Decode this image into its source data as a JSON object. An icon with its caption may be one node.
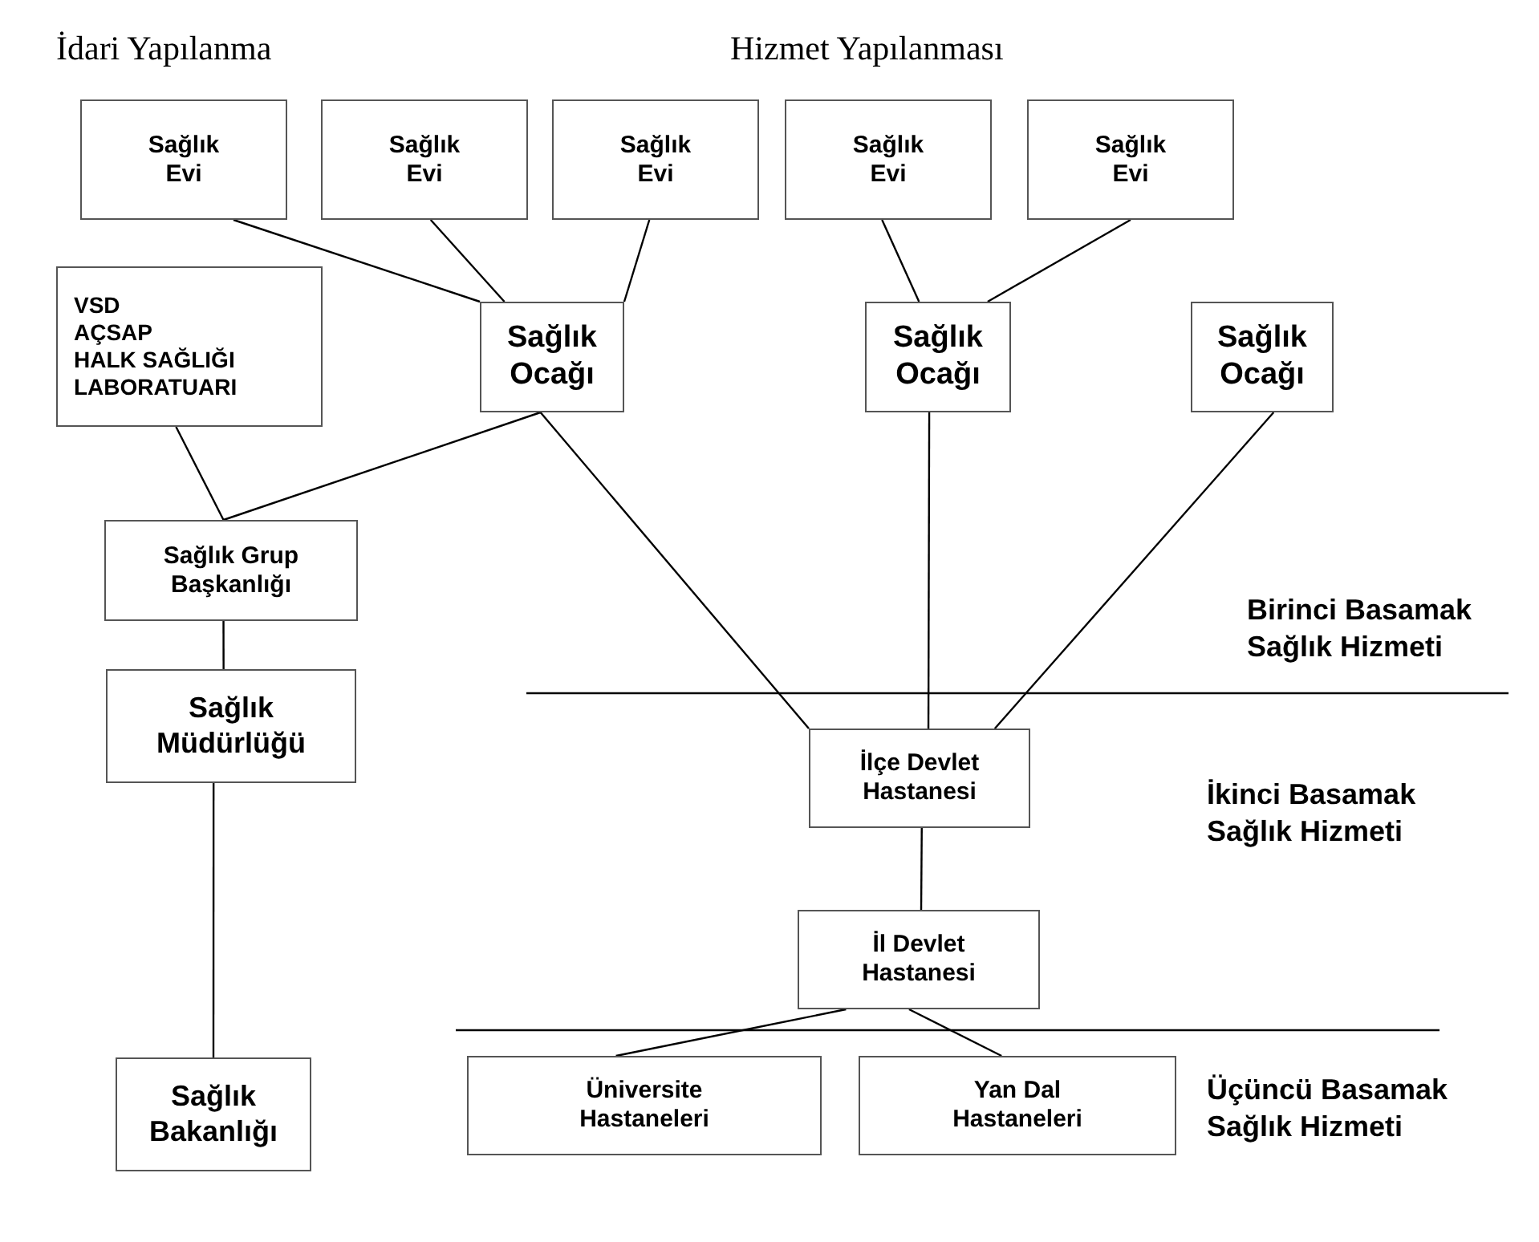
{
  "diagram": {
    "nodes": [
      {
        "text": [
          "Sağlık Evi"
        ]
      },
      {
        "text": [
          "Sağlık Evi"
        ]
      },
      {
        "text": [
          "Sağlık Evi"
        ]
      },
      {
        "text": [
          "Sağlık Evi"
        ]
      },
      {
        "text": [
          "Sağlık Evi"
        ]
      },
      {
        "text": [
          "VSD",
          "AÇSAP",
          "HALK SAĞLIĞI LABORATUARI"
        ]
      },
      {
        "text": [
          "Sağlık Ocağı"
        ]
      },
      {
        "text": [
          "Sağlık Ocağı"
        ]
      },
      {
        "text": [
          "Sağlık Ocağı"
        ]
      },
      {
        "text": [
          "Sağlık Grup Başkanlığı"
        ]
      },
      {
        "text": [
          "İlçe Devlet Hastanesi"
        ]
      },
      {
        "text": [
          "Sağlık Müdürlüğü"
        ]
      },
      {
        "text": [
          "İl Devlet Hastanesi"
        ]
      },
      {
        "text": [
          "Sağlık Bakanlığı"
        ]
      },
      {
        "text": [
          "Üniversite Hastaneleri"
        ]
      },
      {
        "text": [
          "Yan Dal Hastaneleri"
        ]
      }
    ],
    "edges": [
      {
        "from": 0,
        "to": 6,
        "arrow": "none"
      },
      {
        "from": 1,
        "to": 6,
        "arrow": "none"
      },
      {
        "from": 2,
        "to": 6,
        "arrow": "none"
      },
      {
        "from": 3,
        "to": 7,
        "arrow": "none"
      },
      {
        "from": 4,
        "to": 7,
        "arrow": "none"
      },
      {
        "from": 5,
        "to": 9,
        "arrow": "none"
      },
      {
        "from": 6,
        "to": 9,
        "arrow": "none"
      },
      {
        "from": 6,
        "to": 10,
        "arrow": "none"
      },
      {
        "from": 7,
        "to": 10,
        "arrow": "none"
      },
      {
        "from": 8,
        "to": 10,
        "arrow": "none"
      },
      {
        "from": 9,
        "to": 11,
        "arrow": "none"
      },
      {
        "from": 11,
        "to": 13,
        "arrow": "none"
      },
      {
        "from": 10,
        "to": 12,
        "arrow": "none"
      },
      {
        "from": 12,
        "to": 14,
        "arrow": "none"
      },
      {
        "from": 12,
        "to": 15,
        "arrow": "none"
      }
    ],
    "labels": [
      "İdari Yapılanma",
      "Hizmet Yapılanması",
      "Birinci Basamak Sağlık Hizmeti",
      "İkinci Basamak Sağlık Hizmeti",
      "Üçüncü Basamak Sağlık Hizmeti"
    ]
  }
}
